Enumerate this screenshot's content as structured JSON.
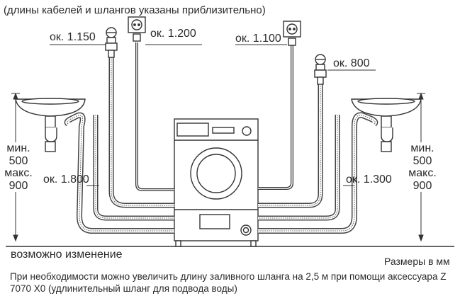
{
  "header": {
    "note": "(длины кабелей и шлангов указаны приблизительно)"
  },
  "labels": {
    "inlet_left": "ок. 1.150",
    "cable_left": "ок. 1.200",
    "cable_right": "ок. 1.100",
    "inlet_right": "ок. 800",
    "drain_left": "ок. 1.800",
    "drain_right": "ок. 1.300"
  },
  "height_left": {
    "line1": "мин.",
    "line2": "500",
    "line3": "макс.",
    "line4": "900"
  },
  "height_right": {
    "line1": "мин.",
    "line2": "500",
    "line3": "макс.",
    "line4": "900"
  },
  "footer": {
    "variation": "возможно изменение",
    "units": "Размеры в мм",
    "note_line1": "При необходимости можно увеличить длину заливного шланга на 2,5 м при помощи аксессуара Z",
    "note_line2": "7070 X0 (удлинительный шланг для подвода воды)"
  },
  "colors": {
    "line": "#333333",
    "hose": "#555555",
    "text": "#2a2a2a"
  }
}
